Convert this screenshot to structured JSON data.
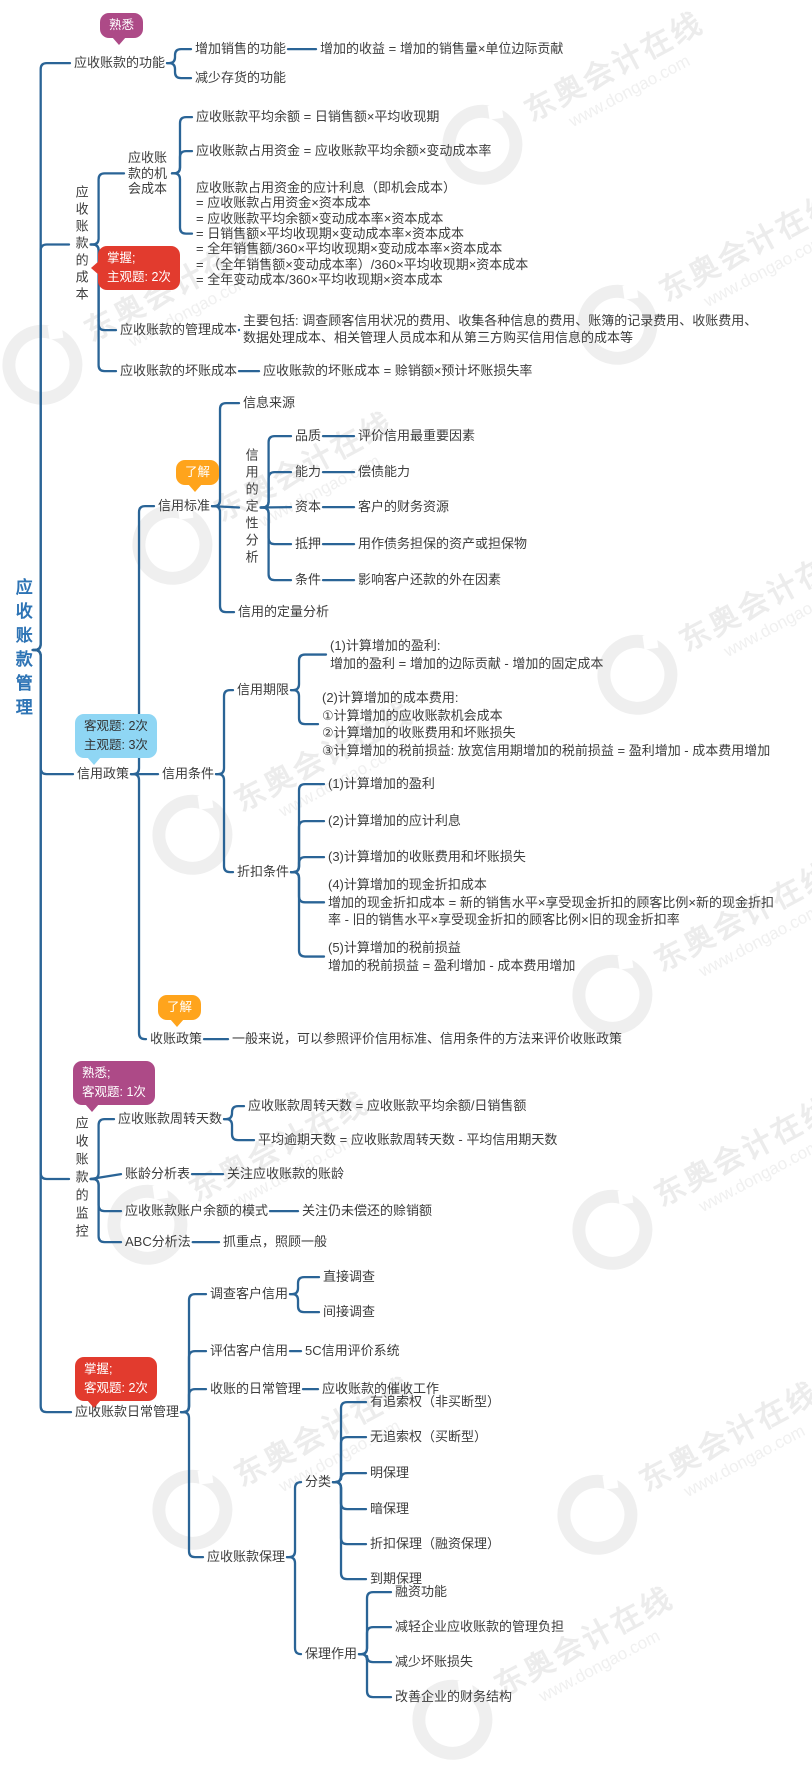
{
  "watermark": {
    "cn": "东奥会计在线",
    "en": "www.dongao.com"
  },
  "colors": {
    "line": "#2a6496",
    "root_blue": "#2e74b5",
    "rose": "#ad4a87",
    "red": "#e23b2e",
    "sky": "#8fd6f4",
    "orange": "#ffa41c"
  },
  "root": {
    "label": "应收账款管理"
  },
  "b1": {
    "badge": "熟悉",
    "label": "应收账款的功能",
    "c1": {
      "label": "增加销售的功能",
      "desc": "增加的收益 = 增加的销售量×单位边际贡献"
    },
    "c2": {
      "label": "减少存货的功能"
    }
  },
  "b2": {
    "badge": "掌握;\n主观题: 2次",
    "label": "应收账款的成本",
    "c1": {
      "label": "应收账款的机会成本",
      "f1": "应收账款平均余额 = 日销售额×平均收现期",
      "f2": "应收账款占用资金 = 应收账款平均余额×变动成本率",
      "f3": "应收账款占用资金的应计利息（即机会成本）\n= 应收账款占用资金×资本成本\n= 应收账款平均余额×变动成本率×资本成本\n= 日销售额×平均收现期×变动成本率×资本成本\n= 全年销售额/360×平均收现期×变动成本率×资本成本\n= （全年销售额×变动成本率）/360×平均收现期×资本成本\n= 全年变动成本/360×平均收现期×资本成本"
    },
    "c2": {
      "label": "应收账款的管理成本",
      "desc": "主要包括: 调查顾客信用状况的费用、收集各种信息的费用、账簿的记录费用、收账费用、\n数据处理成本、相关管理人员成本和从第三方购买信用信息的成本等"
    },
    "c3": {
      "label": "应收账款的坏账成本",
      "desc": "应收账款的坏账成本 = 赊销额×预计坏账损失率"
    }
  },
  "b3": {
    "badge": "客观题: 2次\n主观题: 3次",
    "label": "信用政策",
    "c1": {
      "badge": "了解",
      "label": "信用标准",
      "s1": {
        "label": "信息来源"
      },
      "s2": {
        "label": "信用的定性分析",
        "q1": {
          "label": "品质",
          "desc": "评价信用最重要因素"
        },
        "q2": {
          "label": "能力",
          "desc": "偿债能力"
        },
        "q3": {
          "label": "资本",
          "desc": "客户的财务资源"
        },
        "q4": {
          "label": "抵押",
          "desc": "用作债务担保的资产或担保物"
        },
        "q5": {
          "label": "条件",
          "desc": "影响客户还款的外在因素"
        }
      },
      "s3": {
        "label": "信用的定量分析"
      }
    },
    "c2": {
      "label": "信用条件",
      "s1": {
        "label": "信用期限",
        "t1": "(1)计算增加的盈利:\n增加的盈利 = 增加的边际贡献 - 增加的固定成本",
        "t2": "(2)计算增加的成本费用:\n①计算增加的应收账款机会成本\n②计算增加的收账费用和坏账损失\n③计算增加的税前损益: 放宽信用期增加的税前损益 = 盈利增加 - 成本费用增加"
      },
      "s2": {
        "label": "折扣条件",
        "t1": "(1)计算增加的盈利",
        "t2": "(2)计算增加的应计利息",
        "t3": "(3)计算增加的收账费用和坏账损失",
        "t4": "(4)计算增加的现金折扣成本\n增加的现金折扣成本 = 新的销售水平×享受现金折扣的顾客比例×新的现金折扣\n率 - 旧的销售水平×享受现金折扣的顾客比例×旧的现金折扣率",
        "t5": "(5)计算增加的税前损益\n增加的税前损益 = 盈利增加 - 成本费用增加"
      }
    },
    "c3": {
      "badge": "了解",
      "label": "收账政策",
      "desc": "一般来说，可以参照评价信用标准、信用条件的方法来评价收账政策"
    }
  },
  "b4": {
    "badge": "熟悉;\n客观题: 1次",
    "label": "应收账款的监控",
    "c1": {
      "label": "应收账款周转天数",
      "f1": "应收账款周转天数 = 应收账款平均余额/日销售额",
      "f2": "平均逾期天数 = 应收账款周转天数 - 平均信用期天数"
    },
    "c2": {
      "label": "账龄分析表",
      "desc": "关注应收账款的账龄"
    },
    "c3": {
      "label": "应收账款账户余额的模式",
      "desc": "关注仍未偿还的赊销额"
    },
    "c4": {
      "label": "ABC分析法",
      "desc": "抓重点，照顾一般"
    }
  },
  "b5": {
    "badge": "掌握;\n客观题: 2次",
    "label": "应收账款日常管理",
    "c1": {
      "label": "调查客户信用",
      "s1": {
        "label": "直接调查"
      },
      "s2": {
        "label": "间接调查"
      }
    },
    "c2": {
      "label": "评估客户信用",
      "desc": "5C信用评价系统"
    },
    "c3": {
      "label": "收账的日常管理",
      "desc": "应收账款的催收工作"
    },
    "c4": {
      "label": "应收账款保理",
      "s1": {
        "label": "分类",
        "g1": "有追索权（非买断型）",
        "g2": "无追索权（买断型）",
        "g3": "明保理",
        "g4": "暗保理",
        "g5": "折扣保理（融资保理）",
        "g6": "到期保理"
      },
      "s2": {
        "label": "保理作用",
        "a1": "融资功能",
        "a2": "减轻企业应收账款的管理负担",
        "a3": "减少坏账损失",
        "a4": "改善企业的财务结构"
      }
    }
  }
}
